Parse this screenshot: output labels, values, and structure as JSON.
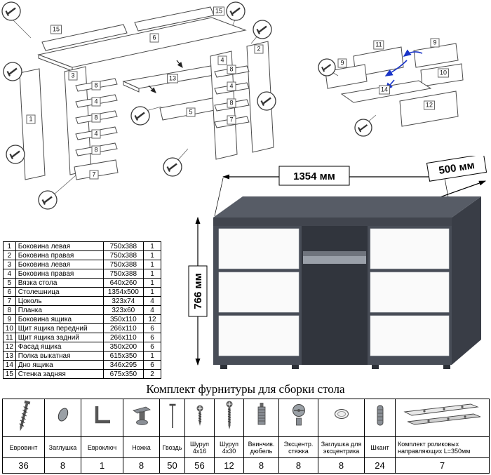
{
  "exploded_left": {
    "labels": [
      "15",
      "15",
      "6",
      "1",
      "3",
      "8",
      "4",
      "8",
      "4",
      "8",
      "7",
      "13",
      "5",
      "4",
      "2",
      "8",
      "4",
      "8",
      "7"
    ]
  },
  "exploded_right": {
    "labels": [
      "11",
      "9",
      "9",
      "10",
      "14",
      "12"
    ]
  },
  "render": {
    "width_label": "1354 мм",
    "depth_label": "500 мм",
    "height_label": "766 мм",
    "colors": {
      "body": "#484d57",
      "top": "#575c66",
      "edge": "#41454e",
      "side": "#393d46",
      "recess": "#31353d",
      "shelf": "#9aa0a9",
      "shelf_edge": "#6f747d",
      "drawer": "#fafafa"
    }
  },
  "parts_table": {
    "rows": [
      {
        "num": "1",
        "name": "Боковина левая",
        "size": "750x388",
        "qty": "1"
      },
      {
        "num": "2",
        "name": "Боковина правая",
        "size": "750x388",
        "qty": "1"
      },
      {
        "num": "3",
        "name": "Боковина левая",
        "size": "750x388",
        "qty": "1"
      },
      {
        "num": "4",
        "name": "Боковина правая",
        "size": "750x388",
        "qty": "1"
      },
      {
        "num": "5",
        "name": "Вязка стола",
        "size": "640x260",
        "qty": "1"
      },
      {
        "num": "6",
        "name": "Столешница",
        "size": "1354x500",
        "qty": "1"
      },
      {
        "num": "7",
        "name": "Цоколь",
        "size": "323x74",
        "qty": "4"
      },
      {
        "num": "8",
        "name": "Планка",
        "size": "323x60",
        "qty": "4"
      },
      {
        "num": "9",
        "name": "Боковина ящика",
        "size": "350x110",
        "qty": "12"
      },
      {
        "num": "10",
        "name": "Щит ящика передний",
        "size": "266x110",
        "qty": "6"
      },
      {
        "num": "11",
        "name": "Щит ящика задний",
        "size": "266x110",
        "qty": "6"
      },
      {
        "num": "12",
        "name": "Фасад ящика",
        "size": "350x200",
        "qty": "6"
      },
      {
        "num": "13",
        "name": "Полка выкатная",
        "size": "615x350",
        "qty": "1"
      },
      {
        "num": "14",
        "name": "Дно ящика",
        "size": "346x295",
        "qty": "6"
      },
      {
        "num": "15",
        "name": "Стенка задняя",
        "size": "675x350",
        "qty": "2"
      }
    ]
  },
  "hardware": {
    "title": "Комплект фурнитуры для сборки стола",
    "items": [
      {
        "name": "Евровинт",
        "qty": "36",
        "icon": "euroscrew-icon"
      },
      {
        "name": "Заглушка",
        "qty": "8",
        "icon": "cap-icon"
      },
      {
        "name": "Евроключ",
        "qty": "1",
        "icon": "hexkey-icon"
      },
      {
        "name": "Ножка",
        "qty": "8",
        "icon": "leg-icon"
      },
      {
        "name": "Гвоздь",
        "qty": "50",
        "icon": "nail-icon"
      },
      {
        "name": "Шуруп 4x16",
        "qty": "56",
        "icon": "screw-4x16-icon"
      },
      {
        "name": "Шуруп 4x30",
        "qty": "12",
        "icon": "screw-4x30-icon"
      },
      {
        "name": "Ввинчив. дюбель",
        "qty": "8",
        "icon": "dowel-screw-icon"
      },
      {
        "name": "Эксцентр. стяжка",
        "qty": "8",
        "icon": "camlock-icon"
      },
      {
        "name": "Заглушка для эксцентрика",
        "qty": "8",
        "icon": "camcap-icon"
      },
      {
        "name": "Шкант",
        "qty": "24",
        "icon": "dowel-icon"
      },
      {
        "name": "Комплект роликовых направляющих L=350мм",
        "qty": "7",
        "icon": "slides-icon"
      }
    ]
  }
}
